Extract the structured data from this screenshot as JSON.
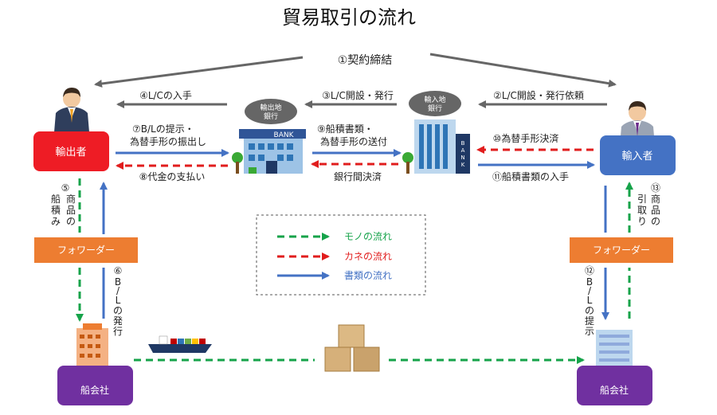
{
  "title": "貿易取引の流れ",
  "parties": {
    "exporter": "輸出者",
    "importer": "輸入者",
    "exporter_bank": [
      "輸出地",
      "銀行"
    ],
    "importer_bank": [
      "輸入地",
      "銀行"
    ],
    "forwarder_left": "フォワーダー",
    "forwarder_right": "フォワーダー",
    "shipping_left": "船会社",
    "shipping_right": "船会社",
    "bank_sign": "BANK",
    "bank_sign_vertical": [
      "B",
      "A",
      "N",
      "K"
    ]
  },
  "steps": {
    "s1": "①契約締結",
    "s2": "②L/C開設・発行依頼",
    "s3": "③L/C開設・発行",
    "s4": "④L/Cの入手",
    "s5": [
      "⑤",
      "商",
      "品",
      "の",
      "船",
      "積",
      "み"
    ],
    "s6": [
      "⑥",
      "B",
      "/",
      "L",
      "の",
      "発",
      "行"
    ],
    "s7": [
      "⑦B/Lの提示・",
      "為替手形の振出し"
    ],
    "s8": "⑧代金の支払い",
    "s9": [
      "⑨船積書類・",
      "為替手形の送付"
    ],
    "interbank": "銀行間決済",
    "s10": "⑩為替手形決済",
    "s11": "⑪船積書類の入手",
    "s12": [
      "⑫",
      "B",
      "/",
      "L",
      "の",
      "提",
      "示"
    ],
    "s13": [
      "⑬",
      "商",
      "品",
      "の",
      "引",
      "取",
      "り"
    ]
  },
  "legend": {
    "goods": "モノの流れ",
    "money": "カネの流れ",
    "documents": "書類の流れ"
  },
  "colors": {
    "goods": "#16a34a",
    "money": "#e11d1d",
    "documents": "#4472c4",
    "contract": "#666666",
    "exporter_box": "#ee1c25",
    "importer_box": "#4472c4",
    "forwarder_box": "#ed7d31",
    "shipping_box": "#7030a0"
  },
  "icons": {
    "exporter_person": "businessman-icon",
    "importer_person": "businessman-icon",
    "exporter_bank": "bank-building-icon",
    "importer_bank": "bank-building-icon",
    "ship": "container-ship-icon",
    "cargo": "cardboard-boxes-icon",
    "office_left": "office-building-icon",
    "office_right": "office-building-icon"
  }
}
